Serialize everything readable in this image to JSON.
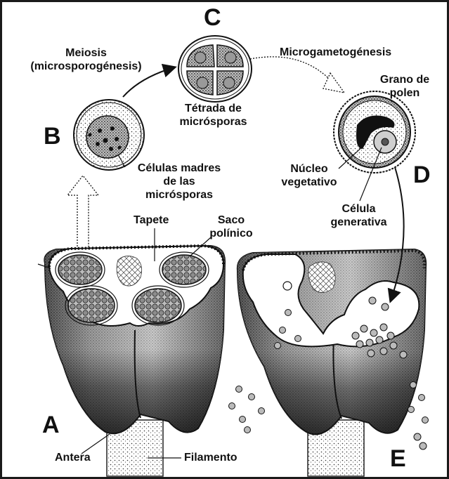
{
  "letters": {
    "a": "A",
    "b": "B",
    "c": "C",
    "d": "D",
    "e": "E"
  },
  "labels": {
    "meiosis_1": "Meiosis",
    "meiosis_2": "(microsporogénesis)",
    "microgametogenesis": "Microgametogénesis",
    "tetrad_1": "Tétrada de",
    "tetrad_2": "micrósporas",
    "mother_cells_1": "Células madres",
    "mother_cells_2": "de las",
    "mother_cells_3": "micrósporas",
    "pollen_grain_1": "Grano de",
    "pollen_grain_2": "polen",
    "veg_nucleus_1": "Núcleo",
    "veg_nucleus_2": "vegetativo",
    "gen_cell_1": "Célula",
    "gen_cell_2": "generativa",
    "tapetum": "Tapete",
    "pollen_sac_1": "Saco",
    "pollen_sac_2": "polínico",
    "anther": "Antera",
    "filament": "Filamento"
  }
}
